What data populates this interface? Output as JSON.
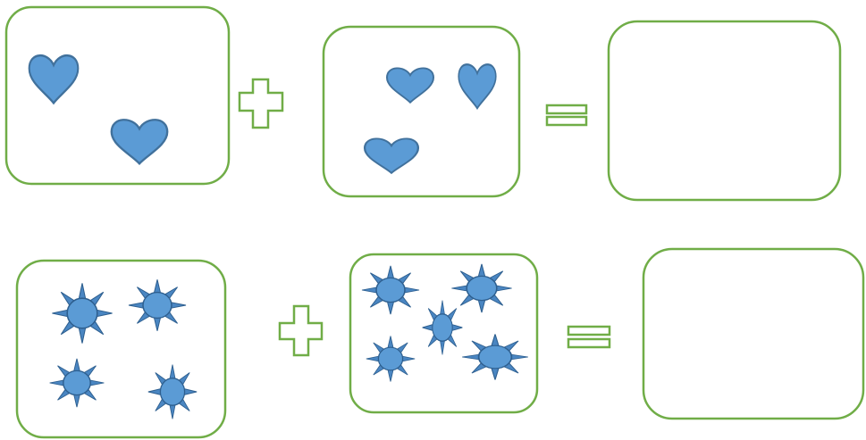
{
  "rows": [
    {
      "shape": "heart",
      "left_count": 2,
      "right_count": 3,
      "operator": "plus",
      "result": "equals",
      "answer_box": "empty"
    },
    {
      "shape": "sun",
      "left_count": 4,
      "right_count": 5,
      "operator": "plus",
      "result": "equals",
      "answer_box": "empty"
    }
  ],
  "colors": {
    "box_border": "#70ad47",
    "shape_fill": "#5b9bd5",
    "shape_outline": "#41719c"
  }
}
